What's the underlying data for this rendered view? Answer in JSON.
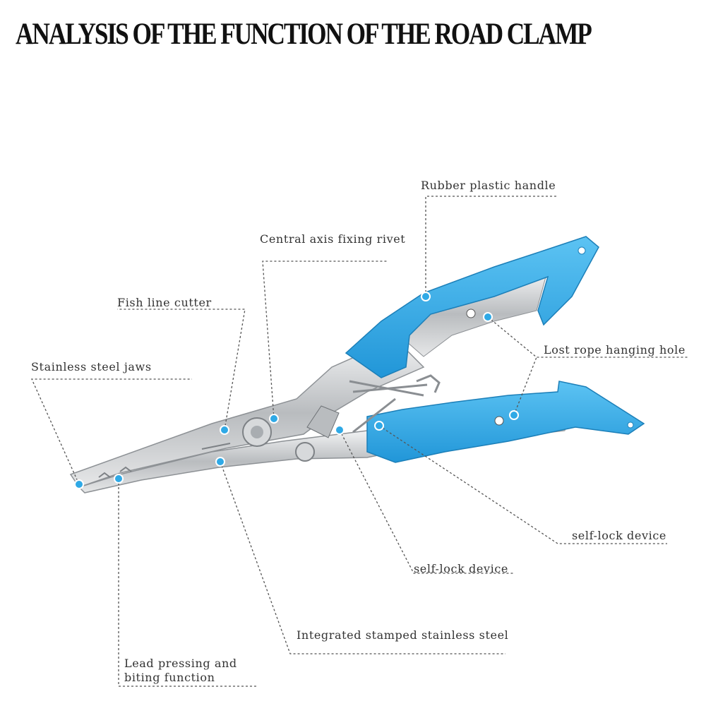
{
  "title": "ANALYSIS OF THE FUNCTION OF THE ROAD CLAMP",
  "colors": {
    "handle": "#2fa9e6",
    "steel": "#c9cbcd",
    "leader": "#555555",
    "marker": "#2fa9e6"
  },
  "labels": {
    "rubber_handle": "Rubber plastic handle",
    "rivet": "Central axis fixing rivet",
    "cutter": "Fish line cutter",
    "jaws": "Stainless steel jaws",
    "hanging_hole": "Lost rope hanging hole",
    "self_lock_right": "self-lock device",
    "self_lock_center": "self-lock device",
    "stamped_steel": "Integrated stamped stainless steel",
    "lead_pressing": "Lead pressing and biting function"
  }
}
